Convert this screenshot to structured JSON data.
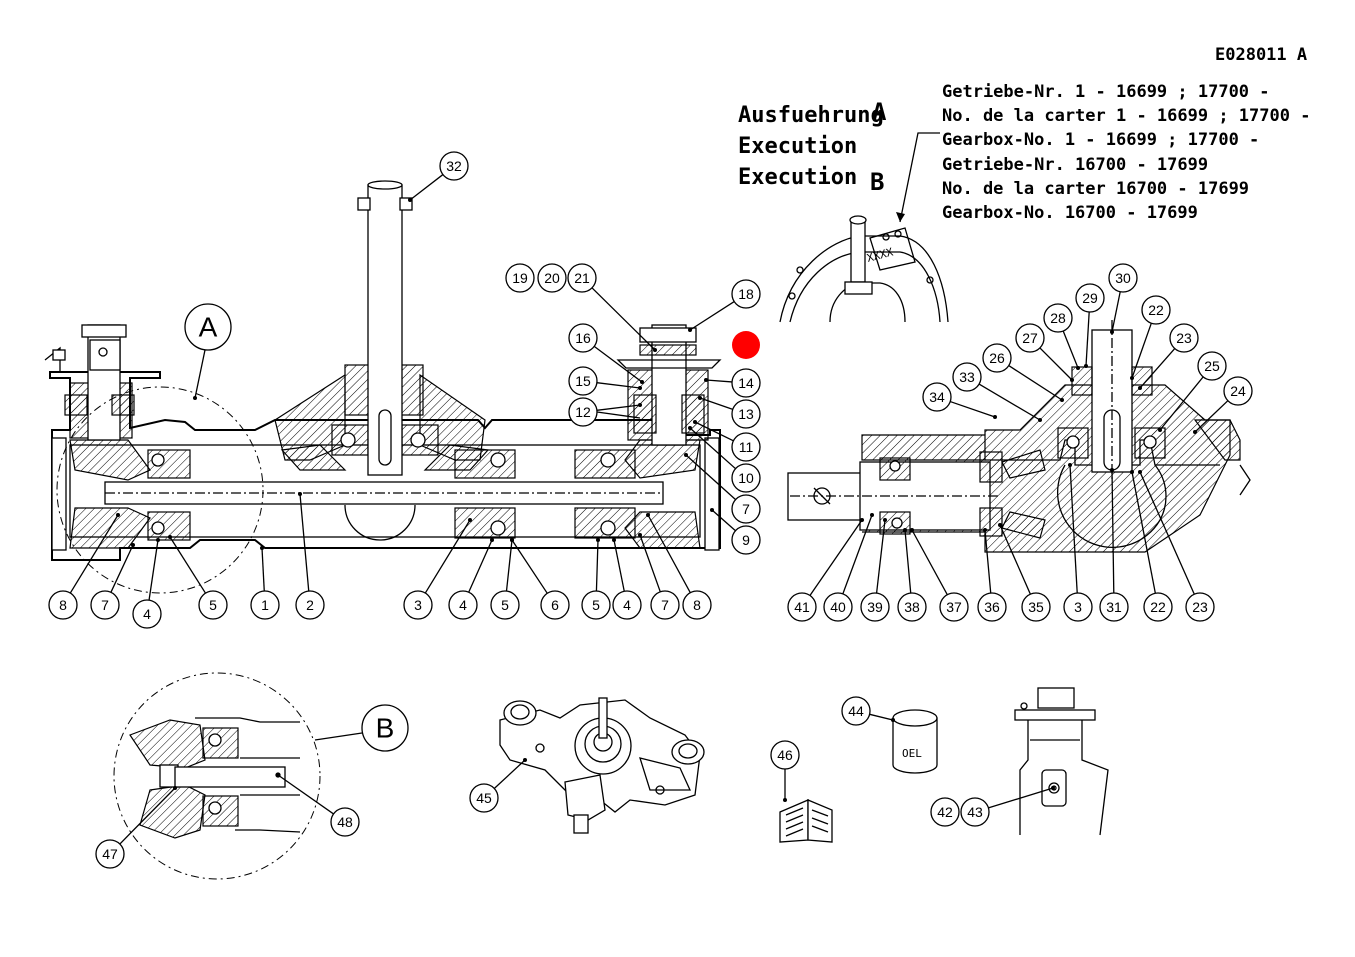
{
  "drawing_id": "E028011  A",
  "variants": {
    "heading_a_line1": "Ausfuehrung",
    "heading_line2": "Execution",
    "heading_line3": "Execution",
    "letter_a": "A",
    "letter_b": "B",
    "a_lines": [
      "Getriebe-Nr. 1 - 16699 ; 17700 -",
      "No. de la carter 1 - 16699 ; 17700 -",
      "Gearbox-No. 1 - 16699 ; 17700 -"
    ],
    "b_lines": [
      "Getriebe-Nr. 16700 - 17699",
      "No. de la carter 16700 - 17699",
      "Gearbox-No. 16700 - 17699"
    ]
  },
  "detail_labels": {
    "detail_a": "A",
    "detail_b": "B",
    "oil_can": "OEL",
    "serial_mark": "XXXX"
  },
  "marker_color": "#ff0000",
  "callouts": [
    {
      "id": "c32",
      "label": "32"
    },
    {
      "id": "c19",
      "label": "19"
    },
    {
      "id": "c20",
      "label": "20"
    },
    {
      "id": "c21",
      "label": "21"
    },
    {
      "id": "c18",
      "label": "18"
    },
    {
      "id": "c16",
      "label": "16"
    },
    {
      "id": "c15",
      "label": "15"
    },
    {
      "id": "c14",
      "label": "14"
    },
    {
      "id": "c12",
      "label": "12"
    },
    {
      "id": "c13",
      "label": "13"
    },
    {
      "id": "c11",
      "label": "11"
    },
    {
      "id": "c10",
      "label": "10"
    },
    {
      "id": "c7r",
      "label": "7"
    },
    {
      "id": "c9",
      "label": "9"
    },
    {
      "id": "c8l",
      "label": "8"
    },
    {
      "id": "c7l",
      "label": "7"
    },
    {
      "id": "c4l",
      "label": "4"
    },
    {
      "id": "c5l",
      "label": "5"
    },
    {
      "id": "c1",
      "label": "1"
    },
    {
      "id": "c2",
      "label": "2"
    },
    {
      "id": "c3",
      "label": "3"
    },
    {
      "id": "c4m",
      "label": "4"
    },
    {
      "id": "c5m",
      "label": "5"
    },
    {
      "id": "c6",
      "label": "6"
    },
    {
      "id": "c5r",
      "label": "5"
    },
    {
      "id": "c4r",
      "label": "4"
    },
    {
      "id": "c7rb",
      "label": "7"
    },
    {
      "id": "c8r",
      "label": "8"
    },
    {
      "id": "c30",
      "label": "30"
    },
    {
      "id": "c29",
      "label": "29"
    },
    {
      "id": "c22t",
      "label": "22"
    },
    {
      "id": "c28",
      "label": "28"
    },
    {
      "id": "c27",
      "label": "27"
    },
    {
      "id": "c23t",
      "label": "23"
    },
    {
      "id": "c26",
      "label": "26"
    },
    {
      "id": "c25",
      "label": "25"
    },
    {
      "id": "c33",
      "label": "33"
    },
    {
      "id": "c24",
      "label": "24"
    },
    {
      "id": "c34",
      "label": "34"
    },
    {
      "id": "c41",
      "label": "41"
    },
    {
      "id": "c40",
      "label": "40"
    },
    {
      "id": "c39",
      "label": "39"
    },
    {
      "id": "c38",
      "label": "38"
    },
    {
      "id": "c37",
      "label": "37"
    },
    {
      "id": "c36",
      "label": "36"
    },
    {
      "id": "c35",
      "label": "35"
    },
    {
      "id": "c3r",
      "label": "3"
    },
    {
      "id": "c31",
      "label": "31"
    },
    {
      "id": "c22b",
      "label": "22"
    },
    {
      "id": "c23b",
      "label": "23"
    },
    {
      "id": "c48",
      "label": "48"
    },
    {
      "id": "c47",
      "label": "47"
    },
    {
      "id": "c45",
      "label": "45"
    },
    {
      "id": "c46",
      "label": "46"
    },
    {
      "id": "c44",
      "label": "44"
    },
    {
      "id": "c42",
      "label": "42"
    },
    {
      "id": "c43",
      "label": "43"
    }
  ]
}
